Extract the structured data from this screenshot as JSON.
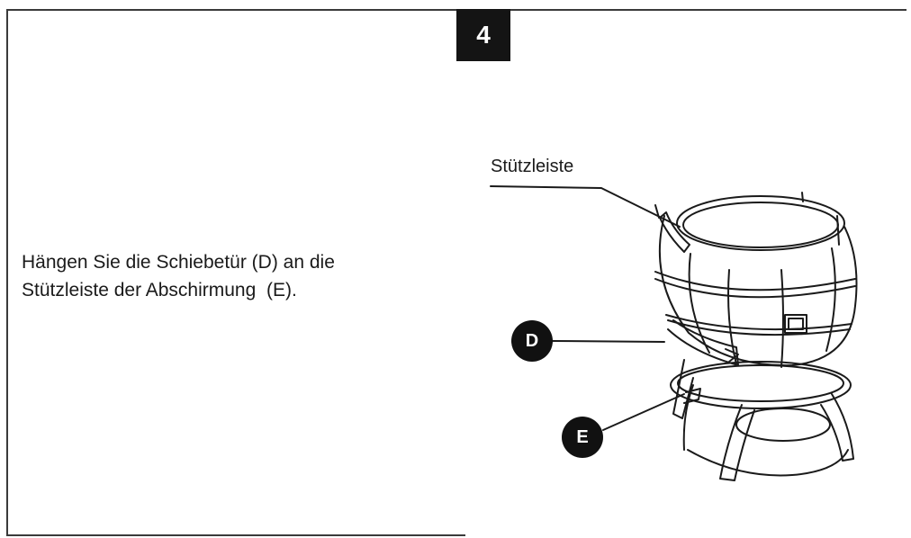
{
  "step": {
    "number": "4"
  },
  "instruction": {
    "line1": "Hängen Sie die Schiebetür (D) an die",
    "line2": "Stützleiste der Abschirmung  (E)."
  },
  "figure": {
    "callout_label": "Stützleiste",
    "marker_d": "D",
    "marker_e": "E"
  }
}
